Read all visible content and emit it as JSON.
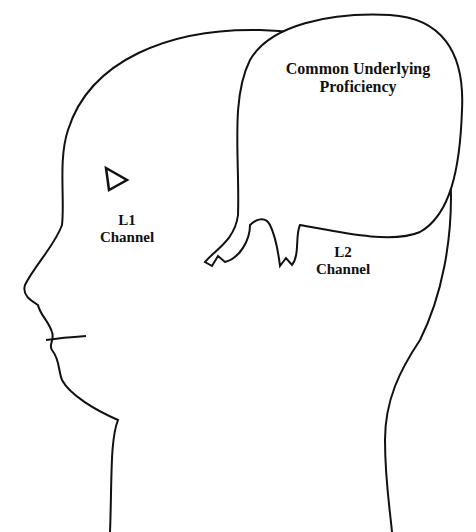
{
  "diagram": {
    "nodes": [
      {
        "text": [
          "Common Underlying Proficiency"
        ]
      }
    ],
    "labels": [
      "L1 Channel",
      "L2 Channel"
    ]
  }
}
